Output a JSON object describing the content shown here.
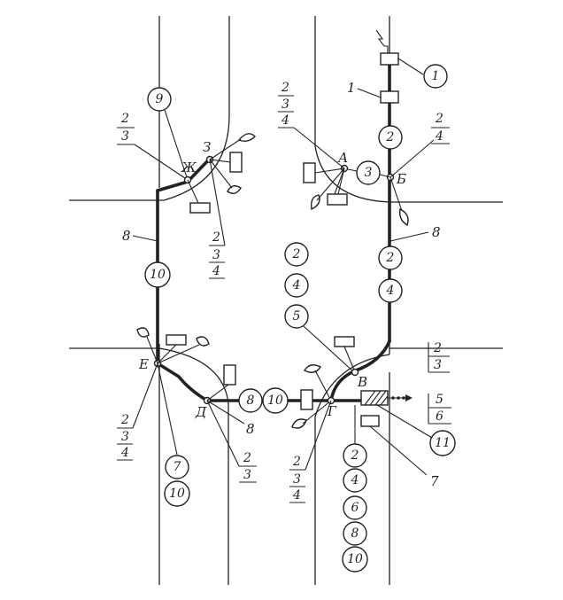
{
  "points": {
    "A": "А",
    "B": "Б",
    "V": "В",
    "G": "Г",
    "D": "Д",
    "E": "Е",
    "ZH": "Ж",
    "Z": "З"
  },
  "lead_labels": {
    "one": "1",
    "eight_right": "8",
    "eight_left": "8",
    "eight_bottom": "8",
    "seven": "7"
  },
  "circles": {
    "c1": "1",
    "c9": "9",
    "c2_top": "2",
    "c3": "3",
    "c2_right": "2",
    "c4_right": "4",
    "c10_left": "10",
    "c2_mid": "2",
    "c4_mid": "4",
    "c5_mid": "5",
    "c8_bottom": "8",
    "c10_bottom": "10",
    "c7_left": "7",
    "c10_left_low": "10",
    "c11": "11",
    "s2": "2",
    "s4": "4",
    "s6": "6",
    "s8": "8",
    "s10": "10"
  },
  "fractions": {
    "topleft": [
      "2",
      "3"
    ],
    "topmid": [
      "2",
      "3",
      "4"
    ],
    "topright": [
      "2",
      "4"
    ],
    "middleleft": [
      "2",
      "3",
      "4"
    ],
    "rightmid": [
      "2",
      "3"
    ],
    "rightlow": [
      "5",
      "6"
    ],
    "leftlow": [
      "2",
      "3",
      "4"
    ],
    "bottommid": [
      "2",
      "3"
    ],
    "bottomcenter": [
      "2",
      "3",
      "4"
    ]
  }
}
